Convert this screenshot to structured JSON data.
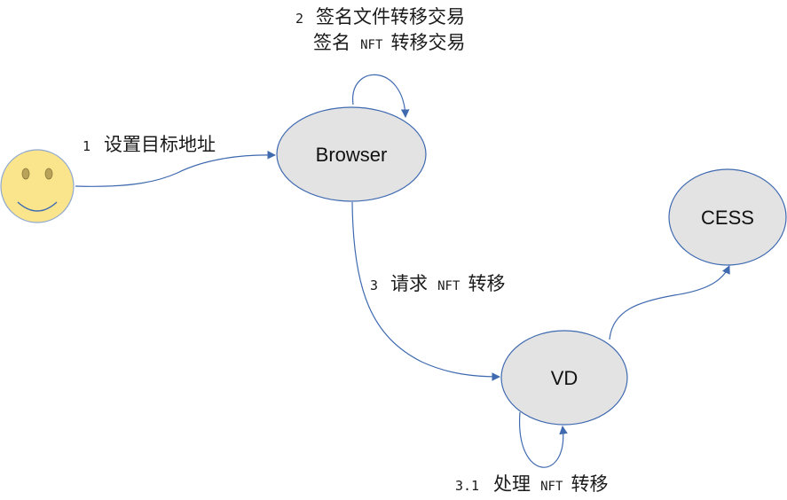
{
  "nodes": {
    "browser": {
      "label": "Browser"
    },
    "vd": {
      "label": "VD"
    },
    "cess": {
      "label": "CESS"
    }
  },
  "steps": {
    "step1": {
      "num": "1",
      "text": "设置目标地址"
    },
    "step2": {
      "num": "2",
      "line1": "签名文件转移交易",
      "line2_prefix": "签名",
      "line2_nft": "NFT",
      "line2_suffix": "转移交易"
    },
    "step3": {
      "num": "3",
      "prefix": "请求",
      "nft": "NFT",
      "suffix": "转移"
    },
    "step31": {
      "num": "3.1",
      "prefix": "处理",
      "nft": "NFT",
      "suffix": "转移"
    }
  },
  "colors": {
    "node_fill": "#e3e3e3",
    "node_stroke": "#3f6ab0",
    "edge": "#3f6ab0",
    "smiley_fill": "#fae58c",
    "smiley_stroke": "#8fa8cf"
  }
}
